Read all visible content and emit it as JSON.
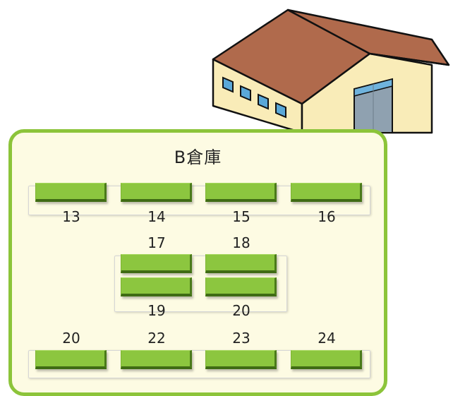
{
  "title": "B倉庫",
  "rows": [
    {
      "labels": [
        "13",
        "14",
        "15",
        "16"
      ]
    },
    {
      "labels_top": [
        "17",
        "18"
      ],
      "labels_bottom": [
        "19",
        "20"
      ]
    },
    {
      "labels": [
        "20",
        "22",
        "23",
        "24"
      ]
    }
  ],
  "colors": {
    "panel_border": "#8cc43a",
    "panel_fill": "#fdfbe3",
    "slot_fill": "#8cc63f",
    "roof": "#b06a4c",
    "wall": "#f9ecb8",
    "window": "#5aa8d8"
  },
  "icons": [
    "warehouse-building-icon"
  ]
}
